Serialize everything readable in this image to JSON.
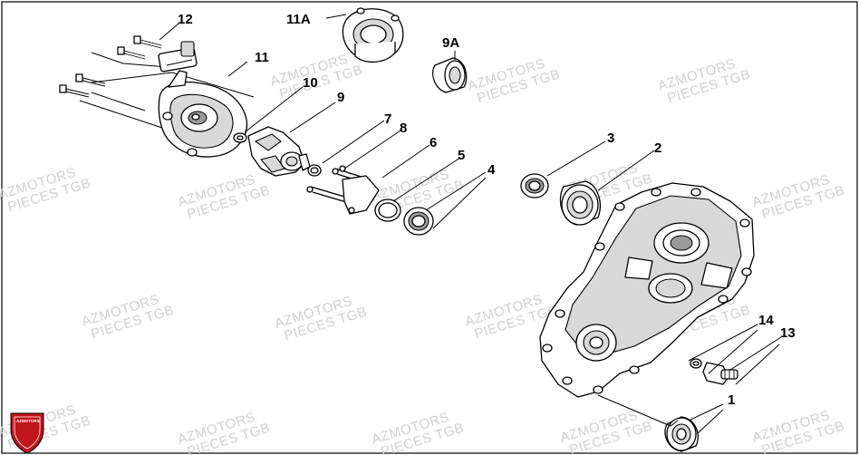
{
  "diagram": {
    "callouts": {
      "p1": "1",
      "p2": "2",
      "p3": "3",
      "p4": "4",
      "p5": "5",
      "p6": "6",
      "p7": "7",
      "p8": "8",
      "p9": "9",
      "p9a": "9A",
      "p10": "10",
      "p11": "11",
      "p11a": "11A",
      "p12": "12",
      "p13": "13",
      "p14": "14"
    },
    "watermark": {
      "line1": "AZMOTORS",
      "line2": "PIECES TGB"
    },
    "logo": {
      "text": "AZMOTORS",
      "color": "#c0151b"
    }
  }
}
